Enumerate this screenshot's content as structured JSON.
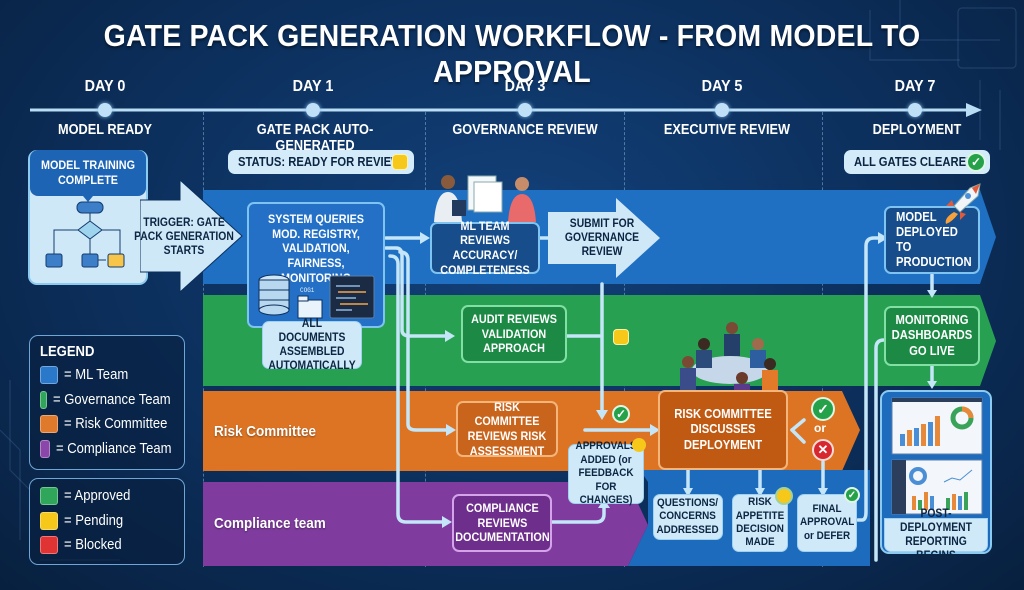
{
  "title": "GATE PACK GENERATION WORKFLOW - FROM MODEL TO APPROVAL",
  "timeline": [
    {
      "day": "DAY 0",
      "stage": "MODEL READY"
    },
    {
      "day": "DAY 1",
      "stage": "GATE PACK AUTO-GENERATED"
    },
    {
      "day": "DAY 3",
      "stage": "GOVERNANCE REVIEW"
    },
    {
      "day": "DAY 5",
      "stage": "EXECUTIVE REVIEW"
    },
    {
      "day": "DAY 7",
      "stage": "DEPLOYMENT"
    }
  ],
  "status_badges": {
    "ready": {
      "label": "STATUS: READY FOR REVIEW",
      "status": "pending"
    },
    "cleared": {
      "label": "ALL GATES CLEARED",
      "status": "approved"
    }
  },
  "lanes": {
    "ml": {
      "label": "",
      "color": "#1f6fc2"
    },
    "governance": {
      "label": "",
      "color": "#27a151"
    },
    "risk": {
      "label": "Risk Committee",
      "color": "#dc7424"
    },
    "compliance": {
      "label": "Compliance team",
      "color": "#7f3c9e"
    }
  },
  "nodes": {
    "model_training": "MODEL TRAINING COMPLETE",
    "trigger": "TRIGGER: GATE PACK GENERATION STARTS",
    "system_queries": "SYSTEM QUERIES MOD. REGISTRY, VALIDATION, FAIRNESS, MONITORING",
    "code_label": "COG1",
    "all_docs": "ALL DOCUMENTS ASSEMBLED AUTOMATICALLY",
    "ml_review": "ML TEAM REVIEWS ACCURACY/ COMPLETENESS",
    "submit": "SUBMIT FOR GOVERNANCE REVIEW",
    "audit": "AUDIT REVIEWS VALIDATION APPROACH",
    "risk_review": "RISK COMMITTEE REVIEWS RISK ASSESSMENT",
    "approvals": "APPROVALS ADDED (or FEEDBACK FOR CHANGES)",
    "compliance_review": "COMPLIANCE REVIEWS DOCUMENTATION",
    "risk_discuss": "RISK COMMITTEE DISCUSSES DEPLOYMENT",
    "or_label": "or",
    "questions": "QUESTIONS/ CONCERNS ADDRESSED",
    "appetite": "RISK APPETITE DECISION MADE",
    "final": "FINAL APPROVAL or DEFER",
    "deployed": "MODEL DEPLOYED TO PRODUCTION",
    "monitoring": "MONITORING DASHBOARDS GO LIVE",
    "post": "POST-DEPLOYMENT REPORTING BEGINS"
  },
  "legend": {
    "title": "LEGEND",
    "teams": [
      {
        "label": "= ML Team",
        "color": "#2a78c9"
      },
      {
        "label": "= Governance Team",
        "color": "#2fa65a"
      },
      {
        "label": "= Risk Committee",
        "color": "#df7a2c"
      },
      {
        "label": "= Compliance Team",
        "color": "#8a46a8"
      }
    ],
    "statuses": [
      {
        "label": "= Approved",
        "color": "#2fa65a"
      },
      {
        "label": "= Pending",
        "color": "#f6c81a"
      },
      {
        "label": "= Blocked",
        "color": "#e03434"
      }
    ]
  },
  "icons": {
    "check": "✓",
    "cross": "✕"
  }
}
